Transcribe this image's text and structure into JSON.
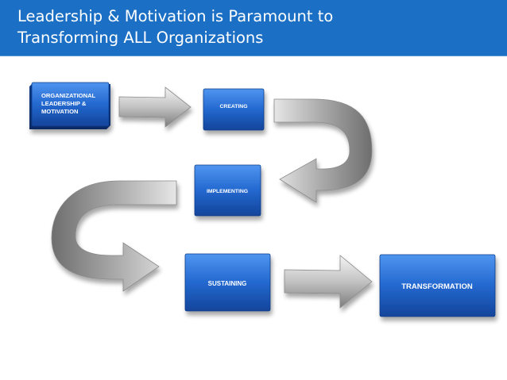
{
  "title": {
    "line1": "Leadership & Motivation is Paramount to",
    "line2": "Transforming ALL Organizations"
  },
  "boxes": {
    "organizational": [
      "ORGANIZATIONAL",
      "LEADERSHIP &",
      "MOTIVATION"
    ],
    "creating": "CREATING",
    "implementing": "IMPLEMENTING",
    "sustaining": "SUSTAINING",
    "transformation": "TRANSFORMATION"
  },
  "colors": {
    "title_bar": "#1b6fc4",
    "box_blue": "#1e5fc2",
    "arrow_gray": "#b9b9b9"
  }
}
